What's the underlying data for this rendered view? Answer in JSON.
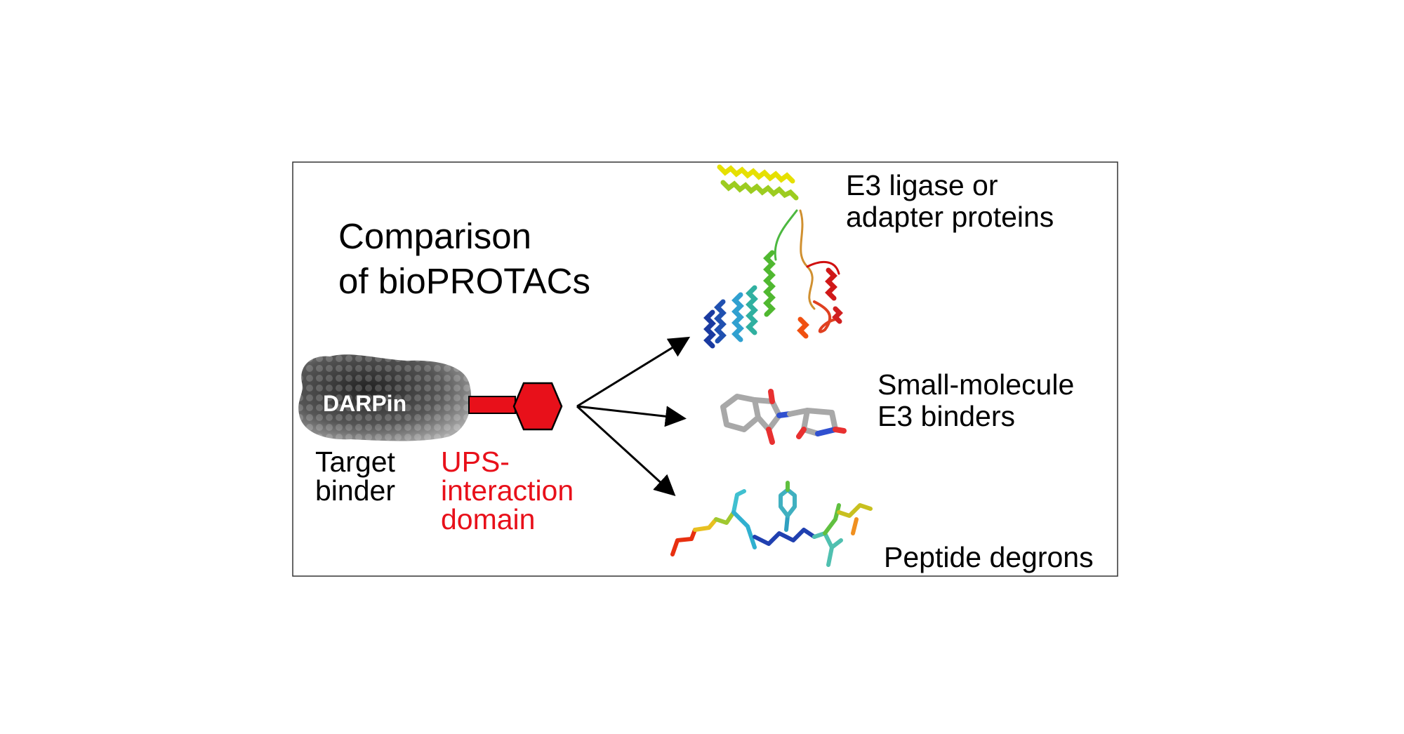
{
  "figure": {
    "title_line1": "Comparison",
    "title_line2": "of bioPROTACs",
    "darpin_label": "DARPin",
    "target_binder_line1": "Target",
    "target_binder_line2": "binder",
    "ups_line1": "UPS-",
    "ups_line2": "interaction",
    "ups_line3": "domain",
    "e3_ligase_line1": "E3 ligase or",
    "e3_ligase_line2": "adapter proteins",
    "small_molecule_line1": "Small-molecule",
    "small_molecule_line2": "E3 binders",
    "peptide_label": "Peptide degrons"
  },
  "colors": {
    "ups_red": "#e8101a",
    "darpin_gray": "#555555",
    "arrow": "#000000"
  }
}
